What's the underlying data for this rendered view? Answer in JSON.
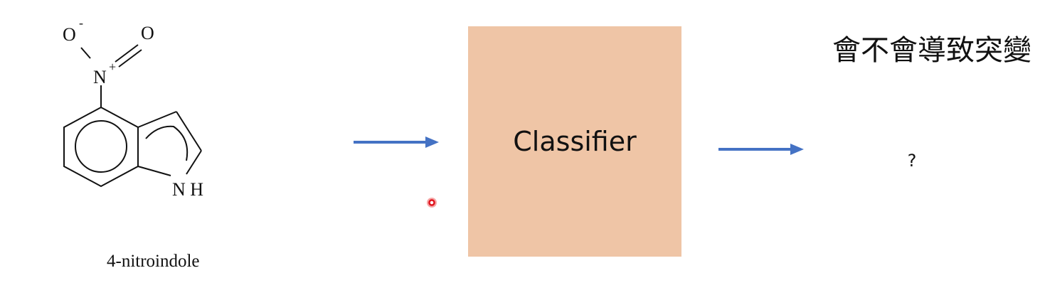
{
  "molecule": {
    "atom_oxygen_minus": "O",
    "charge_minus": "-",
    "atom_oxygen": "O",
    "atom_nitrogen": "N",
    "charge_plus": "+",
    "atom_nh": "N H",
    "name": "4-nitroindole"
  },
  "classifier": {
    "label": "Classifier",
    "color": "#efc5a6"
  },
  "output": {
    "question": "會不會導致突變",
    "value": "?"
  },
  "arrow_color": "#4472c4",
  "pointer_color": "#e0141e"
}
